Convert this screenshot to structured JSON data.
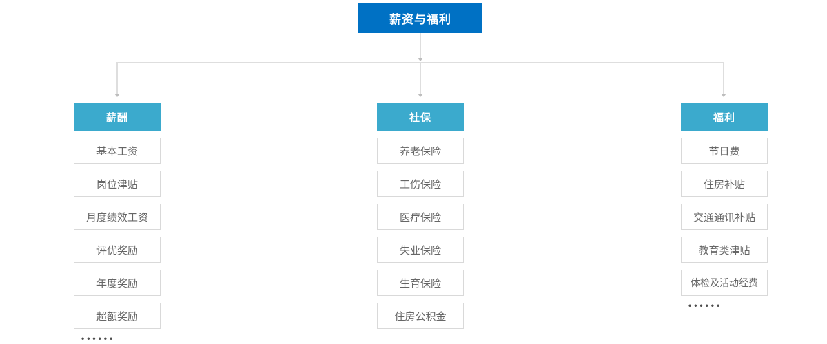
{
  "root": {
    "label": "薪资与福利"
  },
  "columns": [
    {
      "header": "薪酬",
      "items": [
        "基本工资",
        "岗位津贴",
        "月度绩效工资",
        "评优奖励",
        "年度奖励",
        "超额奖励"
      ],
      "more": "••••••"
    },
    {
      "header": "社保",
      "items": [
        "养老保险",
        "工伤保险",
        "医疗保险",
        "失业保险",
        "生育保险",
        "住房公积金"
      ],
      "more": ""
    },
    {
      "header": "福利",
      "items": [
        "节日费",
        "住房补贴",
        "交通通讯补贴",
        "教育类津贴",
        "体检及活动经费"
      ],
      "more": "••••••"
    }
  ],
  "colors": {
    "root_bg": "#0071c4",
    "header_bg": "#3baacd",
    "item_border": "#d9d9d9",
    "item_text": "#666666",
    "connector": "#dedede",
    "arrow": "#bdbdbd",
    "dots": "#4d4d4d"
  }
}
